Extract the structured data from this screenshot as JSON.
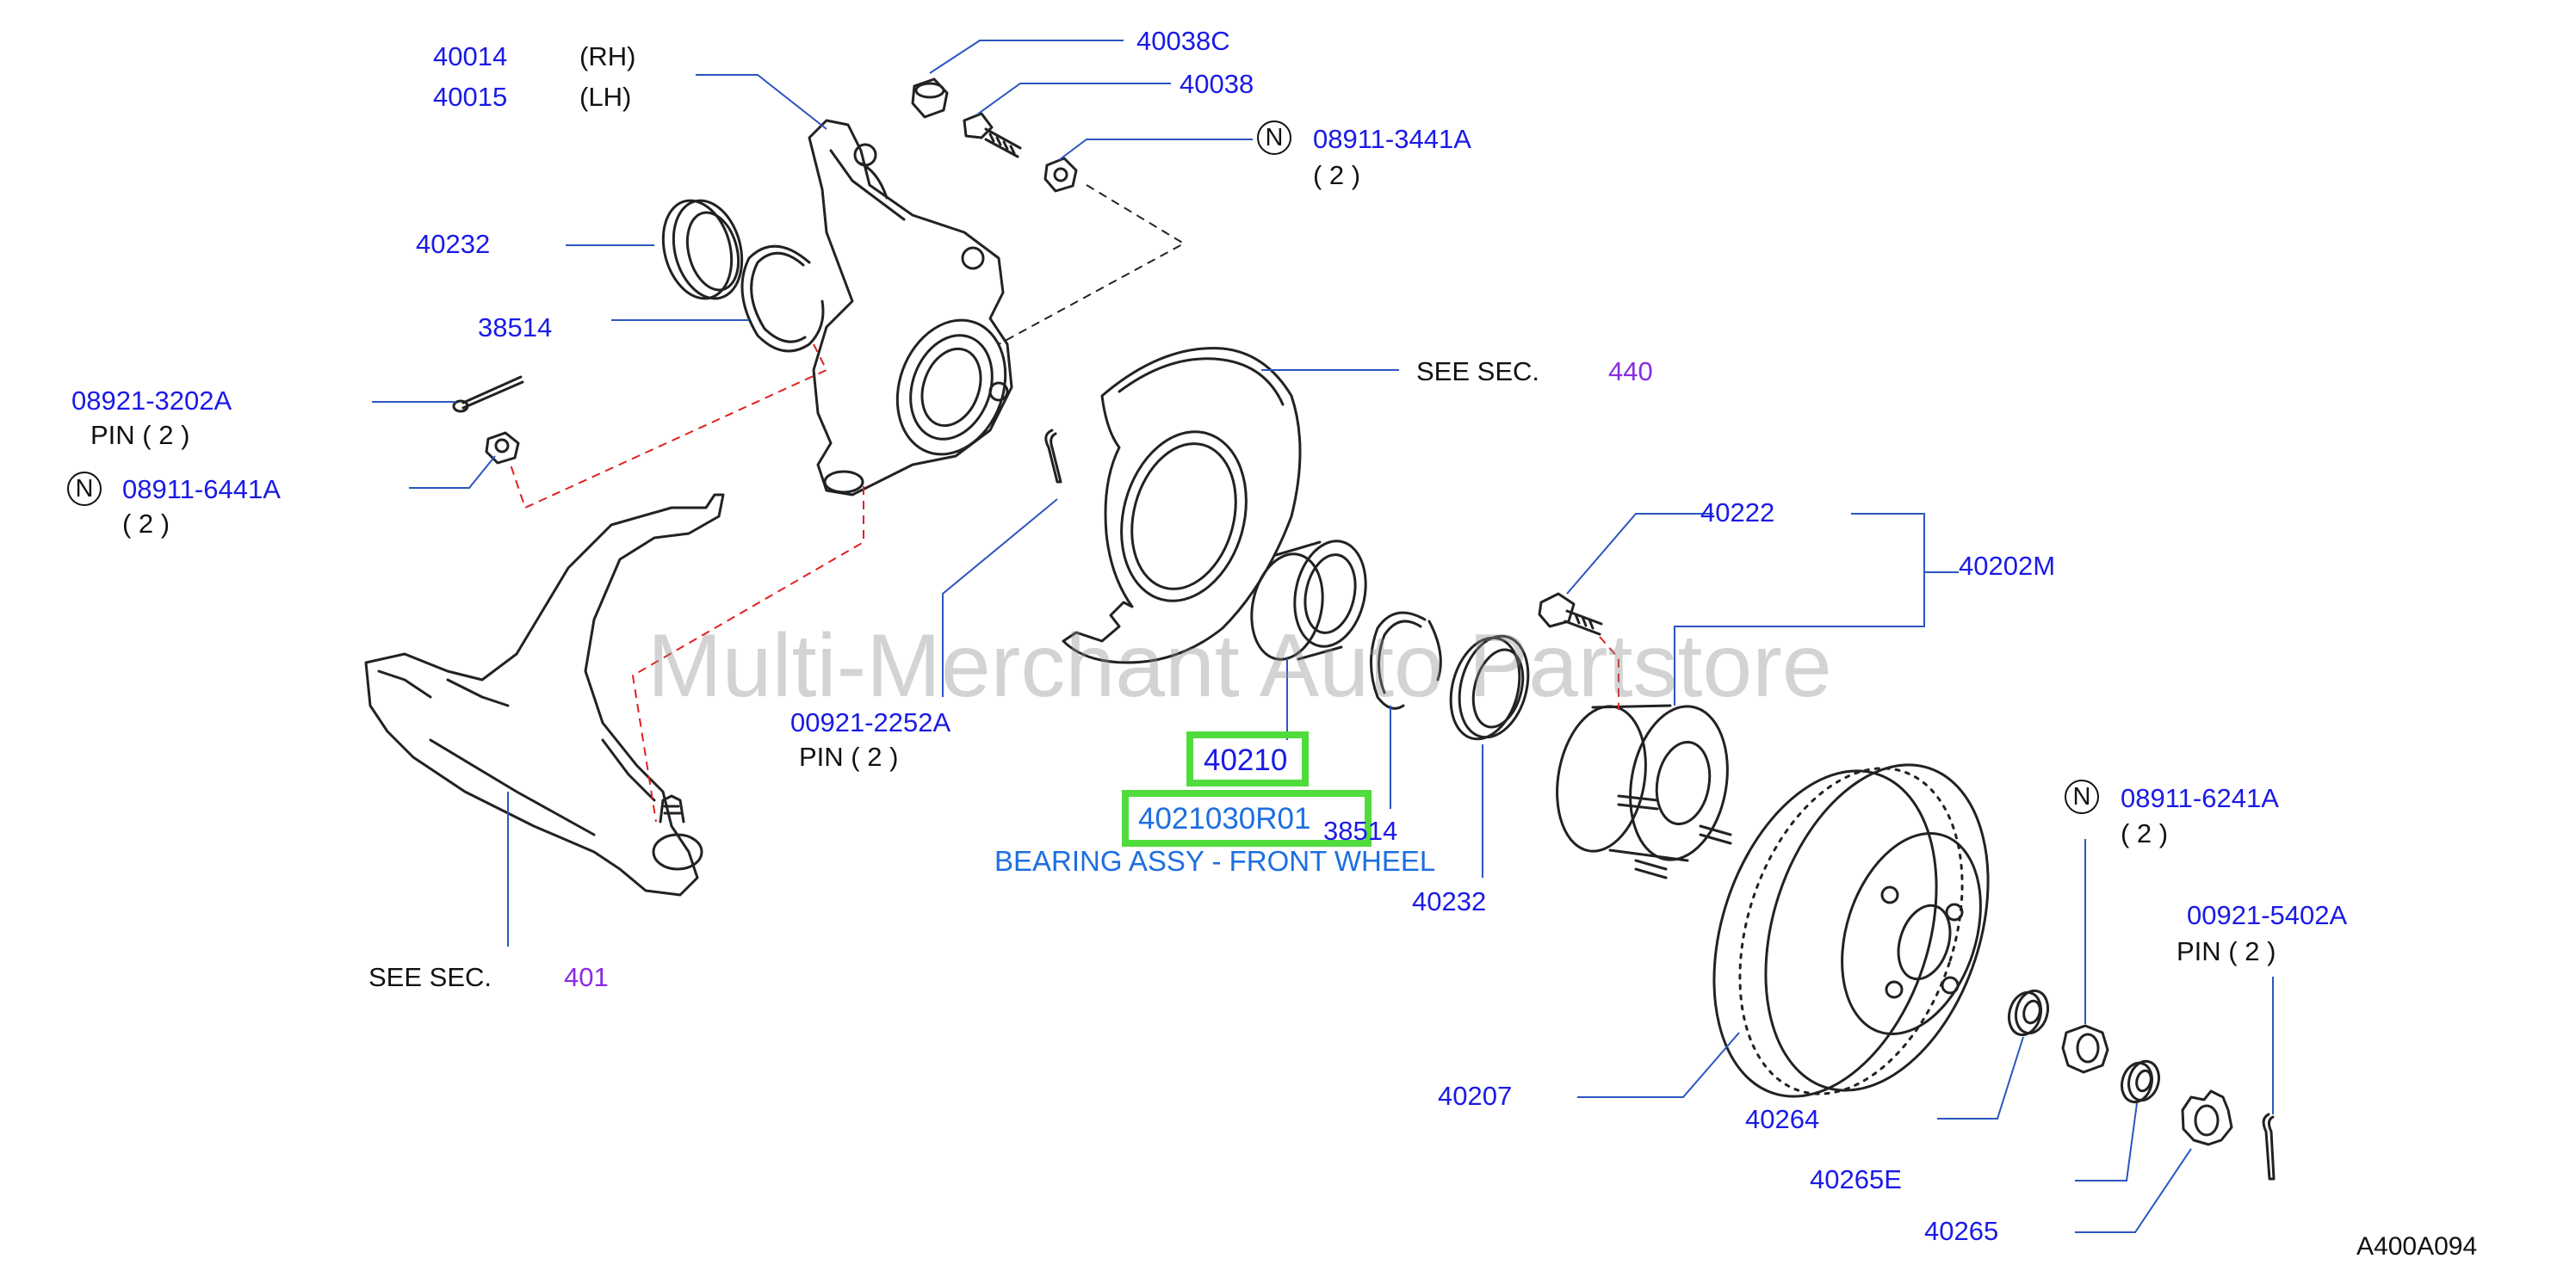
{
  "watermark": "Multi-Merchant Auto Partstore",
  "drawing_code": "A400A094",
  "highlight": {
    "part": "40210",
    "number": "4021030R01",
    "description": "BEARING ASSY - FRONT WHEEL"
  },
  "n_mark": "N",
  "labels": {
    "p40014": "40014",
    "rh": "(RH)",
    "p40015": "40015",
    "lh": "(LH)",
    "p40038c": "40038C",
    "p40038": "40038",
    "p08911_3441a": "08911-3441A",
    "q2a": "( 2 )",
    "p40232a": "40232",
    "p38514a": "38514",
    "see440_text": "SEE SEC.",
    "see440_num": "440",
    "p08921_3202a": "08921-3202A",
    "pin2a": "PIN ( 2 )",
    "p08911_6441a": "08911-6441A",
    "q2b": "( 2 )",
    "p40222": "40222",
    "p40202m": "40202M",
    "p00921_2252a": "00921-2252A",
    "pin2b": "PIN ( 2 )",
    "p38514b": "38514",
    "p40232b": "40232",
    "p08911_6241a": "08911-6241A",
    "q2c": "( 2 )",
    "p00921_5402a": "00921-5402A",
    "pin2c": "PIN ( 2 )",
    "see401_text": "SEE SEC.",
    "see401_num": "401",
    "p40207": "40207",
    "p40264": "40264",
    "p40265e": "40265E",
    "p40265": "40265"
  },
  "colors": {
    "label_blue": "#1a1ae6",
    "section_purple": "#8a2be2",
    "highlight_green": "#4fdc3c",
    "leader_blue": "#2b55c0",
    "dashed_red": "#e02020"
  }
}
